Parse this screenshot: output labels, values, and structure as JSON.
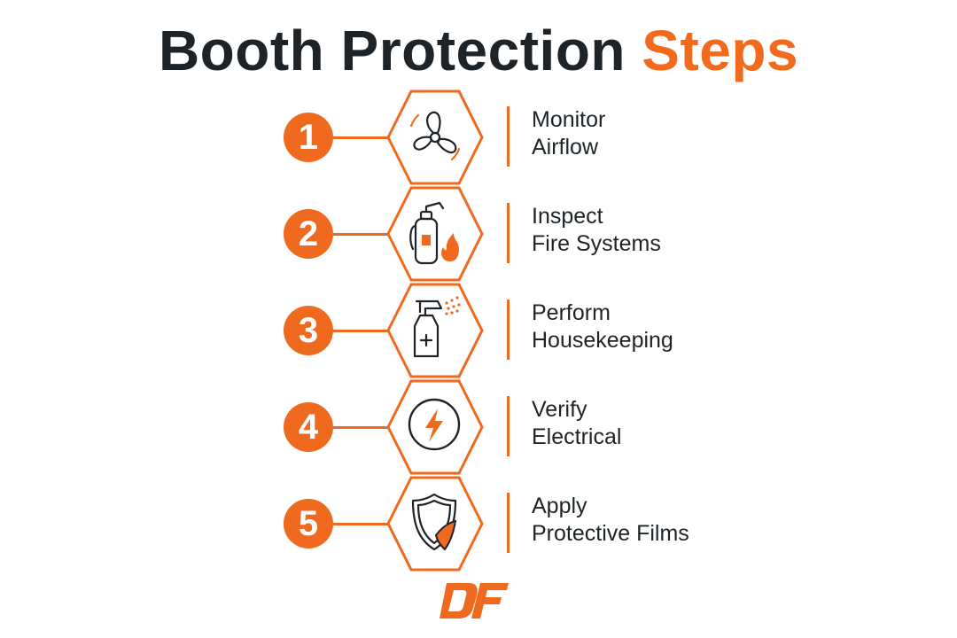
{
  "title": {
    "main": "Booth Protection",
    "accent": "Steps"
  },
  "colors": {
    "accent": "#EF6A1E",
    "text": "#1D2327",
    "background": "#FFFFFF"
  },
  "steps": [
    {
      "number": "1",
      "line1": "Monitor",
      "line2": "Airflow",
      "icon": "fan-icon"
    },
    {
      "number": "2",
      "line1": "Inspect",
      "line2": "Fire Systems",
      "icon": "fire-extinguisher-icon"
    },
    {
      "number": "3",
      "line1": "Perform",
      "line2": "Housekeeping",
      "icon": "spray-bottle-icon"
    },
    {
      "number": "4",
      "line1": "Verify",
      "line2": "Electrical",
      "icon": "lightning-bolt-icon"
    },
    {
      "number": "5",
      "line1": "Apply",
      "line2": "Protective Films",
      "icon": "shield-film-icon"
    }
  ],
  "logo": {
    "text": "DF"
  }
}
